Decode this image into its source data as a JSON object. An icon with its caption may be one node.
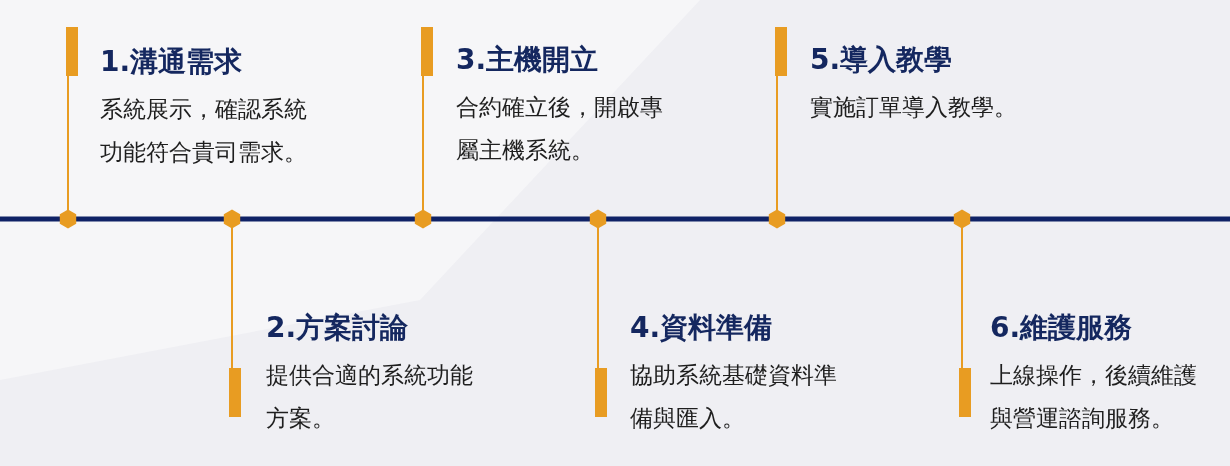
{
  "diagram": {
    "nodes": [
      {
        "text": [
          "1.溝通需求",
          "系統展示，確認系統功能符合貴司需求。"
        ]
      },
      {
        "text": [
          "2.方案討論",
          "提供合適的系統功能方案。"
        ]
      },
      {
        "text": [
          "3.主機開立",
          "合約確立後，開啟專屬主機系統。"
        ]
      },
      {
        "text": [
          "4.資料準備",
          "協助系統基礎資料準備與匯入。"
        ]
      },
      {
        "text": [
          "5.導入教學",
          "實施訂單導入教學。"
        ]
      },
      {
        "text": [
          "6.維護服務",
          "上線操作，後續維護與營運諮詢服務。"
        ]
      }
    ]
  }
}
